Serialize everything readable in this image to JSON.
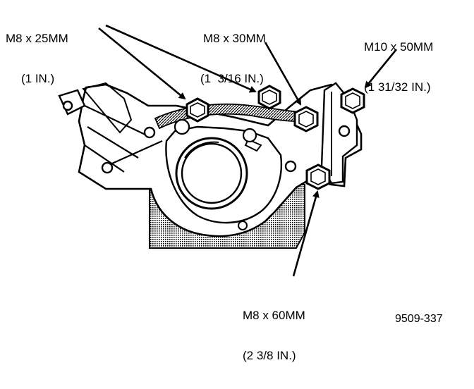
{
  "labels": {
    "bolt_25": {
      "line1": "M8 x 25MM",
      "line2": "(1 IN.)"
    },
    "bolt_30": {
      "line1": "M8 x 30MM",
      "line2": "(1  3/16 IN.)"
    },
    "bolt_50": {
      "line1": "M10 x 50MM",
      "line2": "(1 31/32 IN.)"
    },
    "bolt_60": {
      "line1": "M8 x 60MM",
      "line2": "(2 3/8 IN.)"
    }
  },
  "figure_number": "9509-337",
  "colors": {
    "ink": "#000000",
    "paper": "#ffffff",
    "hatch": "#555555"
  }
}
